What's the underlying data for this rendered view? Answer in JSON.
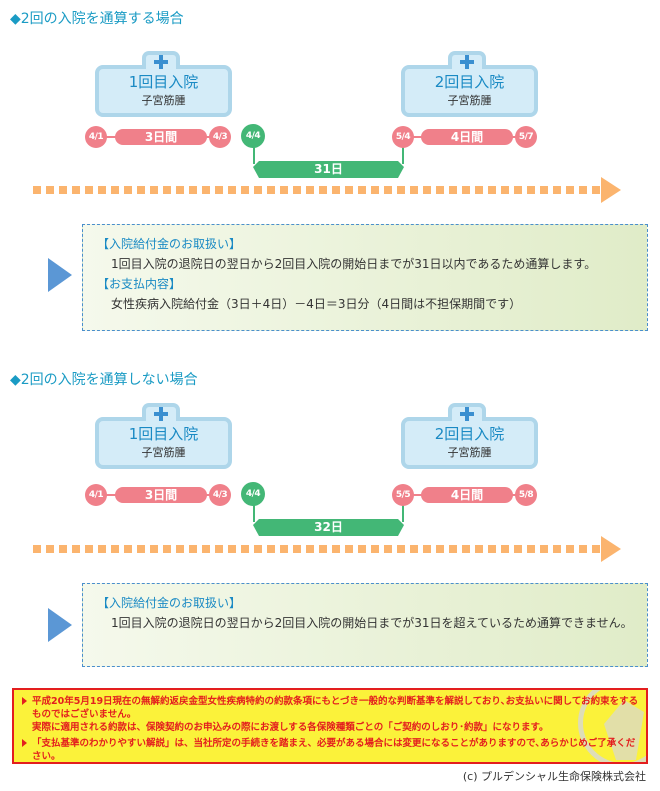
{
  "sections": [
    {
      "title": "◆2回の入院を通算する場合",
      "first_stay": {
        "label": "1回目入院",
        "diagnosis": "子宮筋腫",
        "start": "4/1",
        "end": "4/3",
        "duration": "3日間"
      },
      "gap": {
        "start": "4/4",
        "length": "31日"
      },
      "second_stay": {
        "label": "2回目入院",
        "diagnosis": "子宮筋腫",
        "start": "5/4",
        "end": "5/7",
        "duration": "4日間"
      },
      "info": {
        "heading1": "【入院給付金のお取扱い】",
        "body1": "1回目入院の退院日の翌日から2回目入院の開始日までが31日以内であるため通算します。",
        "heading2": "【お支払内容】",
        "body2": "女性疾病入院給付金（3日＋4日）－4日＝3日分（4日間は不担保期間です）"
      }
    },
    {
      "title": "◆2回の入院を通算しない場合",
      "first_stay": {
        "label": "1回目入院",
        "diagnosis": "子宮筋腫",
        "start": "4/1",
        "end": "4/3",
        "duration": "3日間"
      },
      "gap": {
        "start": "4/4",
        "length": "32日"
      },
      "second_stay": {
        "label": "2回目入院",
        "diagnosis": "子宮筋腫",
        "start": "5/5",
        "end": "5/8",
        "duration": "4日間"
      },
      "info": {
        "heading1": "【入院給付金のお取扱い】",
        "body1": "1回目入院の退院日の翌日から2回目入院の開始日までが31日を超えているため通算できません。"
      }
    }
  ],
  "notice": {
    "item1_line1": "平成20年5月19日現在の無解約返戻金型女性疾病特約の約款条項にもとづき一般的な判断基準を解説しており､お支払いに関してお約束をするものではございません。",
    "item1_line2": "実際に適用される約款は、保険契約のお申込みの際にお渡しする各保険種類ごとの「ご契約のしおり･約款」になります。",
    "item2": "「支払基準のわかりやすい解説」は、当社所定の手続きを踏まえ、必要がある場合には変更になることがありますので､あらかじめご了承ください。"
  },
  "copyright": "(c) プルデンシャル生命保険株式会社",
  "colors": {
    "title": "#1a9bc4",
    "stay": "#f0808a",
    "gap": "#43b776",
    "arrow": "#fbb46e",
    "notice_bg": "#fbf23a",
    "notice_text": "#e31e1e"
  }
}
